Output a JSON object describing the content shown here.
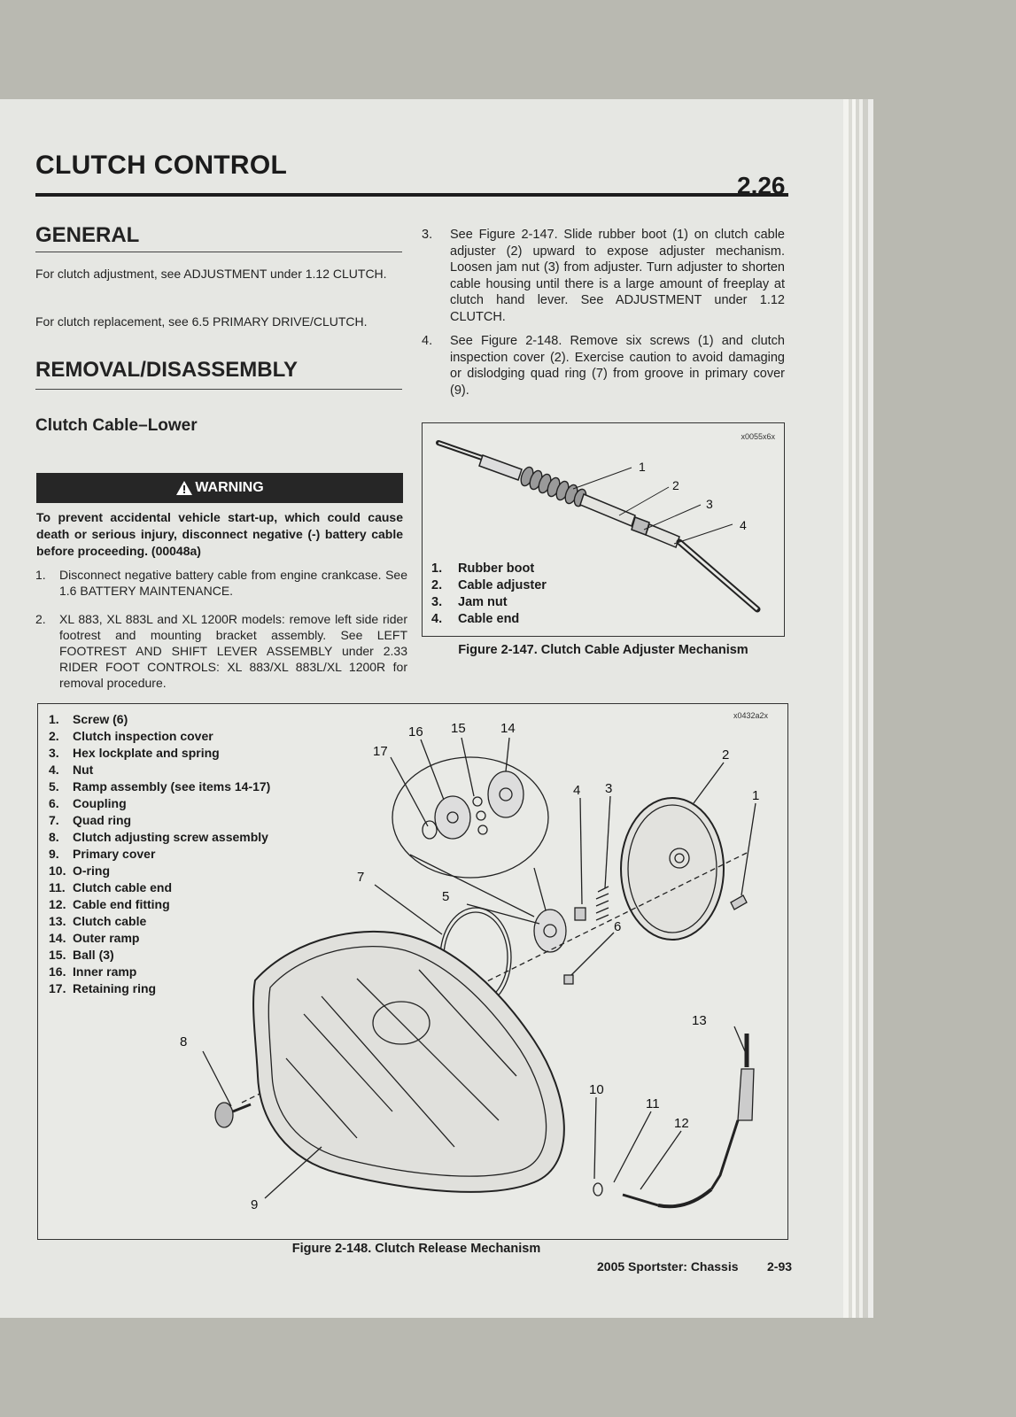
{
  "header": {
    "title": "CLUTCH CONTROL",
    "section_number": "2.26"
  },
  "general": {
    "heading": "GENERAL",
    "para1": "For clutch adjustment, see ADJUSTMENT under 1.12 CLUTCH.",
    "para2": "For clutch replacement, see 6.5 PRIMARY DRIVE/CLUTCH."
  },
  "removal": {
    "heading": "REMOVAL/DISASSEMBLY",
    "subheading": "Clutch Cable–Lower",
    "warning_label": "WARNING",
    "warning_text": "To prevent accidental vehicle start-up, which could cause death or serious injury, disconnect negative (-) battery cable before proceeding. (00048a)",
    "steps": [
      {
        "num": "1.",
        "text": "Disconnect negative battery cable from engine crankcase. See 1.6 BATTERY MAINTENANCE."
      },
      {
        "num": "2.",
        "text": "XL 883, XL 883L and XL 1200R models: remove left side rider footrest and mounting bracket assembly. See LEFT FOOTREST AND SHIFT LEVER ASSEMBLY under 2.33 RIDER FOOT CONTROLS: XL 883/XL 883L/XL 1200R for removal procedure."
      },
      {
        "num": "3.",
        "text": "See Figure 2-147. Slide rubber boot (1) on clutch cable adjuster (2) upward to expose adjuster mechanism. Loosen jam nut (3) from adjuster. Turn adjuster to shorten cable housing until there is a large amount of freeplay at clutch hand lever. See ADJUSTMENT under 1.12 CLUTCH."
      },
      {
        "num": "4.",
        "text": "See Figure 2-148. Remove six screws (1) and clutch inspection cover (2). Exercise caution to avoid damaging or dislodging quad ring (7) from groove in primary cover (9)."
      }
    ]
  },
  "figure147": {
    "code": "x0055x6x",
    "caption": "Figure 2-147. Clutch Cable Adjuster Mechanism",
    "callouts": [
      "1",
      "2",
      "3",
      "4"
    ],
    "legend": [
      {
        "num": "1.",
        "label": "Rubber boot"
      },
      {
        "num": "2.",
        "label": "Cable adjuster"
      },
      {
        "num": "3.",
        "label": "Jam nut"
      },
      {
        "num": "4.",
        "label": "Cable end"
      }
    ]
  },
  "figure148": {
    "code": "x0432a2x",
    "caption": "Figure 2-148. Clutch Release Mechanism",
    "callouts": [
      "1",
      "2",
      "3",
      "4",
      "5",
      "6",
      "7",
      "8",
      "9",
      "10",
      "11",
      "12",
      "13",
      "14",
      "15",
      "16",
      "17"
    ],
    "legend": [
      {
        "num": "1.",
        "label": "Screw (6)"
      },
      {
        "num": "2.",
        "label": "Clutch inspection cover"
      },
      {
        "num": "3.",
        "label": "Hex lockplate and spring"
      },
      {
        "num": "4.",
        "label": "Nut"
      },
      {
        "num": "5.",
        "label": "Ramp assembly (see items 14-17)"
      },
      {
        "num": "6.",
        "label": "Coupling"
      },
      {
        "num": "7.",
        "label": "Quad ring"
      },
      {
        "num": "8.",
        "label": "Clutch adjusting screw assembly"
      },
      {
        "num": "9.",
        "label": "Primary cover"
      },
      {
        "num": "10.",
        "label": "O-ring"
      },
      {
        "num": "11.",
        "label": "Clutch cable end"
      },
      {
        "num": "12.",
        "label": "Cable end fitting"
      },
      {
        "num": "13.",
        "label": "Clutch cable"
      },
      {
        "num": "14.",
        "label": "Outer ramp"
      },
      {
        "num": "15.",
        "label": "Ball (3)"
      },
      {
        "num": "16.",
        "label": "Inner ramp"
      },
      {
        "num": "17.",
        "label": "Retaining ring"
      }
    ]
  },
  "footer": {
    "book": "2005 Sportster: Chassis",
    "page": "2-93"
  }
}
